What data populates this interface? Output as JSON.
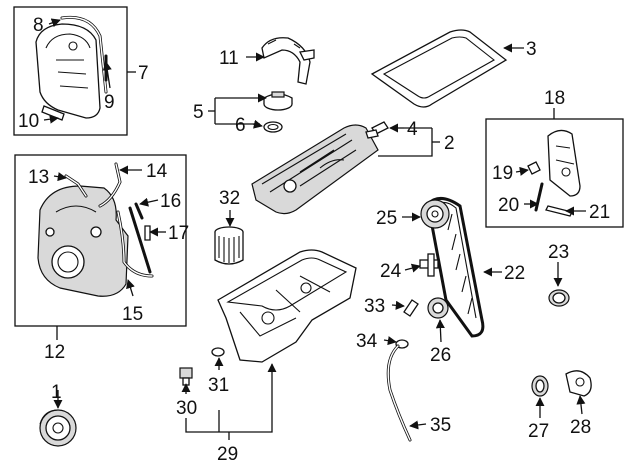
{
  "callouts": [
    "1",
    "2",
    "3",
    "4",
    "5",
    "6",
    "7",
    "8",
    "9",
    "10",
    "11",
    "12",
    "13",
    "14",
    "15",
    "16",
    "17",
    "18",
    "19",
    "20",
    "21",
    "22",
    "23",
    "24",
    "25",
    "26",
    "27",
    "28",
    "29",
    "30",
    "31",
    "32",
    "33",
    "34",
    "35"
  ],
  "colors": {
    "line": "#111111",
    "shade": "#d9d9d9",
    "background": "#ffffff"
  }
}
